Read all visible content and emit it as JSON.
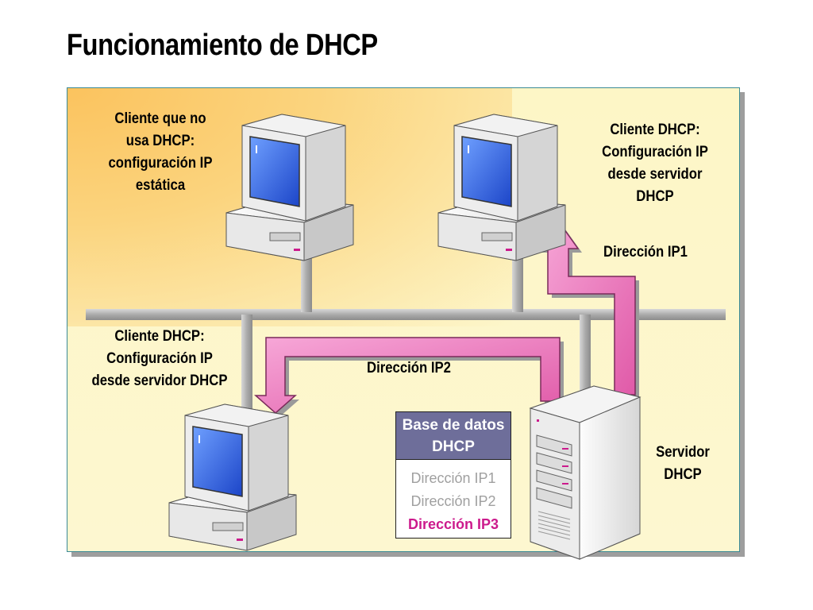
{
  "title": "Funcionamiento de DHCP",
  "labels": {
    "client_static": "Cliente que no\nusa DHCP:\nconfiguración IP\nestática",
    "client_dhcp_top": "Cliente DHCP:\nConfiguración IP\ndesde servidor\nDHCP",
    "client_dhcp_bottom": "Cliente DHCP:\nConfiguración IP\ndesde servidor DHCP",
    "server": "Servidor\nDHCP",
    "ip1": "Dirección IP1",
    "ip2": "Dirección IP2"
  },
  "database": {
    "header": "Base de datos\nDHCP",
    "addresses": [
      "Dirección IP1",
      "Dirección IP2",
      "Dirección IP3"
    ],
    "highlighted": "Dirección IP3"
  },
  "colors": {
    "arrow": "#e86ab8",
    "highlight": "#cc1a8c",
    "db_header": "#6e6e9a",
    "network": "#b5b5b5"
  }
}
